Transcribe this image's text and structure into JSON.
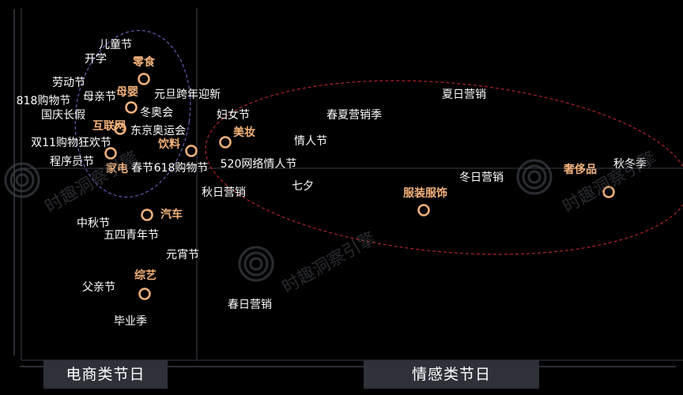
{
  "axis_labels": {
    "left": "电商类节日",
    "right": "情感类节日"
  },
  "watermark": "时趣洞察引擎",
  "colors": {
    "background": "#000000",
    "category_text": "#f4b27a",
    "marker": "#f4b27a",
    "festival_text": "#ffffff",
    "ecommerce_ellipse": "#6b5bb5",
    "emotion_ellipse": "#b0232a",
    "axis": "#3a3e4a",
    "axis_box": "#2e3138"
  },
  "chart_data": {
    "type": "scatter",
    "xlim": [
      0,
      864
    ],
    "ylim": [
      0,
      500
    ],
    "categories": [
      {
        "label": "零食",
        "x": 182,
        "y": 100
      },
      {
        "label": "母婴",
        "x": 166,
        "y": 136
      },
      {
        "label": "互联网",
        "x": 152,
        "y": 163
      },
      {
        "label": "家电",
        "x": 140,
        "y": 194
      },
      {
        "label": "饮料",
        "x": 242,
        "y": 191
      },
      {
        "label": "美妆",
        "x": 285,
        "y": 180
      },
      {
        "label": "汽车",
        "x": 186,
        "y": 272
      },
      {
        "label": "综艺",
        "x": 183,
        "y": 372
      },
      {
        "label": "服装服饰",
        "x": 536,
        "y": 266
      },
      {
        "label": "奢侈品",
        "x": 770,
        "y": 243
      }
    ],
    "festivals": [
      {
        "label": "儿童节",
        "x": 146,
        "y": 57
      },
      {
        "label": "开学",
        "x": 121,
        "y": 75
      },
      {
        "label": "劳动节",
        "x": 87,
        "y": 105
      },
      {
        "label": "母亲节",
        "x": 126,
        "y": 123
      },
      {
        "label": "元旦跨年迎新",
        "x": 237,
        "y": 120
      },
      {
        "label": "818购物节",
        "x": 55,
        "y": 128
      },
      {
        "label": "冬奥会",
        "x": 198,
        "y": 143
      },
      {
        "label": "国庆长假",
        "x": 80,
        "y": 146
      },
      {
        "label": "东京奥运会",
        "x": 200,
        "y": 166
      },
      {
        "label": "双11购物狂欢节",
        "x": 90,
        "y": 181
      },
      {
        "label": "程序员节",
        "x": 91,
        "y": 205
      },
      {
        "label": "春节",
        "x": 180,
        "y": 213
      },
      {
        "label": "618购物节",
        "x": 229,
        "y": 213
      },
      {
        "label": "中秋节",
        "x": 118,
        "y": 283
      },
      {
        "label": "五四青年节",
        "x": 166,
        "y": 298
      },
      {
        "label": "元宵节",
        "x": 231,
        "y": 323
      },
      {
        "label": "父亲节",
        "x": 125,
        "y": 364
      },
      {
        "label": "毕业季",
        "x": 165,
        "y": 407
      },
      {
        "label": "妇女节",
        "x": 295,
        "y": 146
      },
      {
        "label": "春夏营销季",
        "x": 448,
        "y": 146
      },
      {
        "label": "夏日营销",
        "x": 587,
        "y": 120
      },
      {
        "label": "情人节",
        "x": 393,
        "y": 179
      },
      {
        "label": "520网络情人节",
        "x": 327,
        "y": 208
      },
      {
        "label": "秋日营销",
        "x": 283,
        "y": 244
      },
      {
        "label": "七夕",
        "x": 383,
        "y": 236
      },
      {
        "label": "冬日营销",
        "x": 609,
        "y": 225
      },
      {
        "label": "秋冬季",
        "x": 797,
        "y": 208
      },
      {
        "label": "春日营销",
        "x": 316,
        "y": 386
      }
    ]
  }
}
